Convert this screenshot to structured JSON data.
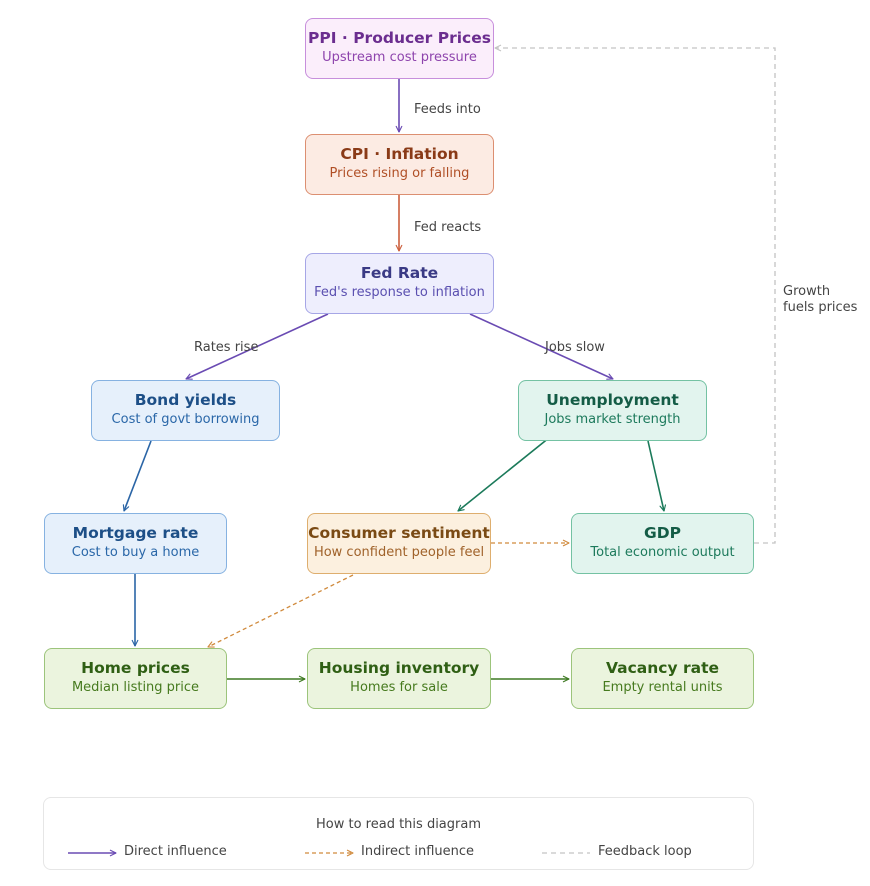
{
  "nodes": [
    {
      "id": "ppi",
      "title": "PPI · Producer Prices",
      "subtitle": "Upstream cost pressure",
      "bg": "#fbeefb",
      "border": "#c78fdc",
      "color": "#6b2d8f",
      "subcolor": "#8e44ad"
    },
    {
      "id": "cpi",
      "title": "CPI · Inflation",
      "subtitle": "Prices rising or falling",
      "bg": "#fcebe3",
      "border": "#dc8f71",
      "color": "#8a3a17",
      "subcolor": "#b04f26"
    },
    {
      "id": "fed",
      "title": "Fed Rate",
      "subtitle": "Fed's response to inflation",
      "bg": "#eeeefd",
      "border": "#a6a6e6",
      "color": "#3a3a85",
      "subcolor": "#5a4fb0"
    },
    {
      "id": "bond",
      "title": "Bond yields",
      "subtitle": "Cost of govt borrowing",
      "bg": "#e6f0fb",
      "border": "#86b2e1",
      "color": "#1d4f87",
      "subcolor": "#2a67a8"
    },
    {
      "id": "unemp",
      "title": "Unemployment",
      "subtitle": "Jobs market strength",
      "bg": "#e2f4ee",
      "border": "#74c2a3",
      "color": "#145c46",
      "subcolor": "#1d7a5c"
    },
    {
      "id": "mort",
      "title": "Mortgage rate",
      "subtitle": "Cost to buy a home",
      "bg": "#e6f0fb",
      "border": "#86b2e1",
      "color": "#1d4f87",
      "subcolor": "#2a67a8"
    },
    {
      "id": "sent",
      "title": "Consumer sentiment",
      "subtitle": "How confident people feel",
      "bg": "#fcf0df",
      "border": "#deae6e",
      "color": "#7a4a14",
      "subcolor": "#a0622a"
    },
    {
      "id": "gdp",
      "title": "GDP",
      "subtitle": "Total economic output",
      "bg": "#e2f4ee",
      "border": "#74c2a3",
      "color": "#145c46",
      "subcolor": "#1d7a5c"
    },
    {
      "id": "home",
      "title": "Home prices",
      "subtitle": "Median listing price",
      "bg": "#ebf4de",
      "border": "#9cc47b",
      "color": "#2f5f14",
      "subcolor": "#467a1e"
    },
    {
      "id": "inv",
      "title": "Housing inventory",
      "subtitle": "Homes for sale",
      "bg": "#ebf4de",
      "border": "#9cc47b",
      "color": "#2f5f14",
      "subcolor": "#467a1e"
    },
    {
      "id": "vac",
      "title": "Vacancy rate",
      "subtitle": "Empty rental units",
      "bg": "#ebf4de",
      "border": "#9cc47b",
      "color": "#2f5f14",
      "subcolor": "#467a1e"
    }
  ],
  "edges": [
    {
      "from": "ppi",
      "to": "cpi",
      "type": "direct",
      "color": "#6a4bb3",
      "label": "Feeds into"
    },
    {
      "from": "cpi",
      "to": "fed",
      "type": "direct",
      "color": "#cc5f3d",
      "label": "Fed reacts"
    },
    {
      "from": "fed",
      "to": "bond",
      "type": "direct",
      "color": "#6a4bb3",
      "label": "Rates rise"
    },
    {
      "from": "fed",
      "to": "unemp",
      "type": "direct",
      "color": "#6a4bb3",
      "label": "Jobs slow"
    },
    {
      "from": "bond",
      "to": "mort",
      "type": "direct",
      "color": "#2b65a6",
      "label": ""
    },
    {
      "from": "unemp",
      "to": "sent",
      "type": "direct",
      "color": "#1b7a5a",
      "label": ""
    },
    {
      "from": "unemp",
      "to": "gdp",
      "type": "direct",
      "color": "#1b7a5a",
      "label": ""
    },
    {
      "from": "mort",
      "to": "home",
      "type": "direct",
      "color": "#2b65a6",
      "label": ""
    },
    {
      "from": "sent",
      "to": "gdp",
      "type": "indirect",
      "color": "#d08a3c",
      "label": ""
    },
    {
      "from": "sent",
      "to": "home",
      "type": "indirect",
      "color": "#d08a3c",
      "label": ""
    },
    {
      "from": "home",
      "to": "inv",
      "type": "direct",
      "color": "#3f7a23",
      "label": ""
    },
    {
      "from": "inv",
      "to": "vac",
      "type": "direct",
      "color": "#3f7a23",
      "label": ""
    },
    {
      "from": "gdp",
      "to": "ppi",
      "type": "feedback",
      "color": "#c4c4c4",
      "label": "Growth fuels prices"
    }
  ],
  "legend": {
    "title": "How to read this diagram",
    "items": [
      {
        "type": "direct",
        "label": "Direct influence",
        "color": "#6a4bb3"
      },
      {
        "type": "indirect",
        "label": "Indirect influence",
        "color": "#d08a3c"
      },
      {
        "type": "feedback",
        "label": "Feedback loop",
        "color": "#c4c4c4"
      }
    ]
  }
}
